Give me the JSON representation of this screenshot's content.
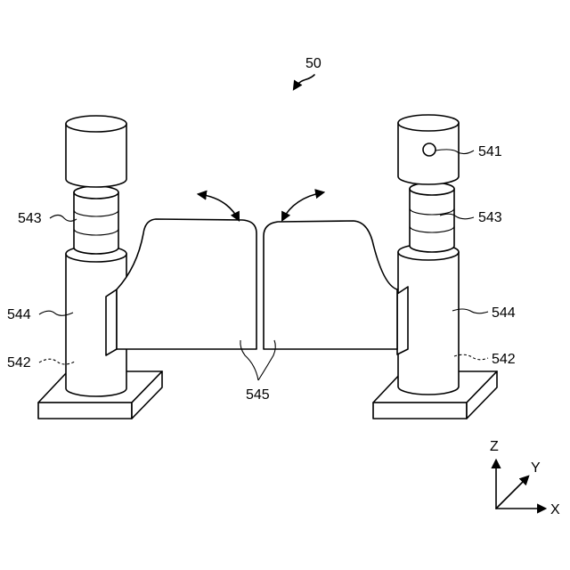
{
  "figure": {
    "assembly_label": "50",
    "labels": {
      "l541": "541",
      "l543_left": "543",
      "l543_right": "543",
      "l544_left": "544",
      "l544_right": "544",
      "l542_left": "542",
      "l542_right": "542",
      "l545": "545"
    },
    "axes": {
      "z": "Z",
      "y": "Y",
      "x": "X"
    }
  }
}
